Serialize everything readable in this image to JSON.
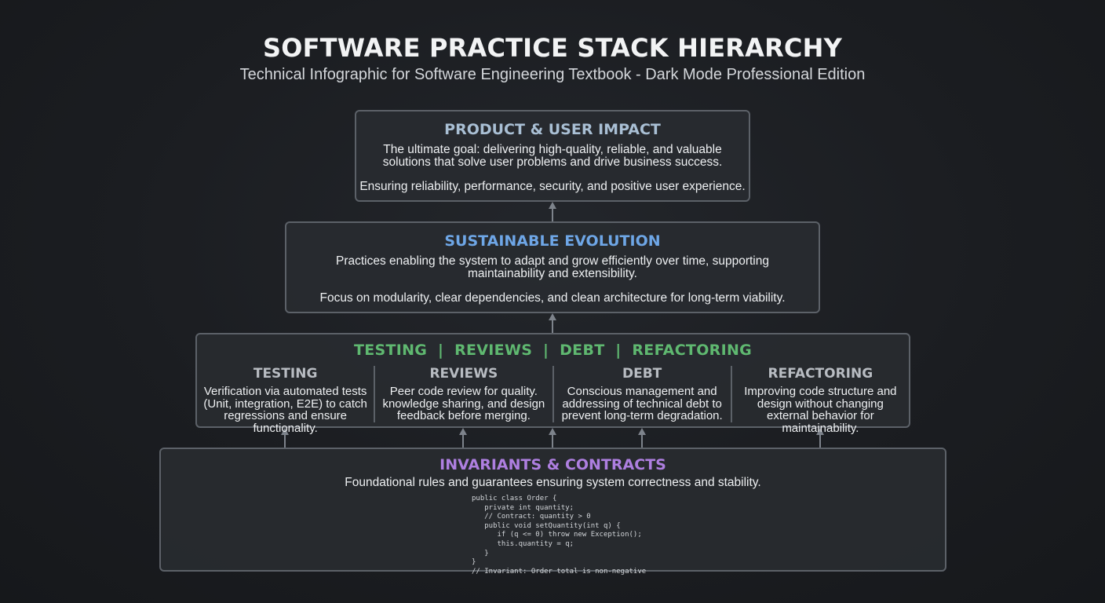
{
  "header": {
    "title": "SOFTWARE PRACTICE STACK HIERARCHY",
    "subtitle": "Technical Infographic for Software Engineering Textbook - Dark Mode Professional Edition"
  },
  "layers": {
    "product": {
      "title": "PRODUCT & USER IMPACT",
      "text1": "The ultimate goal: delivering high-quality, reliable, and valuable solutions that solve user problems and drive business success.",
      "text2": "Ensuring reliability, performance, security, and positive user experience."
    },
    "evolution": {
      "title": "SUSTAINABLE EVOLUTION",
      "text1": "Practices enabling the system to adapt and grow efficiently over time, supporting maintainability and extensibility.",
      "text2": "Focus on modularity, clear dependencies, and clean architecture for long-term viability."
    },
    "practices": {
      "title": "TESTING  |  REVIEWS  |  DEBT  |  REFACTORING",
      "columns": [
        {
          "title": "TESTING",
          "text": "Verification via automated tests (Unit, integration, E2E) to catch regressions and ensure functionality."
        },
        {
          "title": "REVIEWS",
          "text": "Peer code review for quality. knowledge sharing, and design feedback before merging."
        },
        {
          "title": "DEBT",
          "text": "Conscious management and addressing of technical debt to prevent long-term degradation."
        },
        {
          "title": "REFACTORING",
          "text": "Improving code structure and design without changing external behavior for maintainability."
        }
      ]
    },
    "invariants": {
      "title": "INVARIANTS & CONTRACTS",
      "text": "Foundational rules and guarantees ensuring system correctness and stability.",
      "code": "public class Order {\n   private int quantity;\n   // Contract: quantity > 0\n   public void setQuantity(int q) {\n      if (q <= 0) throw new Exception();\n      this.quantity = q;\n   }\n}\n// Invariant: Order total is non-negative"
    }
  },
  "colors": {
    "background": "#1b1d21",
    "box_border": "#5c6168",
    "arrow": "#7d838b",
    "product_title": "#a9bfd4",
    "evolution_title": "#6ea6e6",
    "practices_title": "#5fb870",
    "invariants_title": "#ae7fe0"
  }
}
